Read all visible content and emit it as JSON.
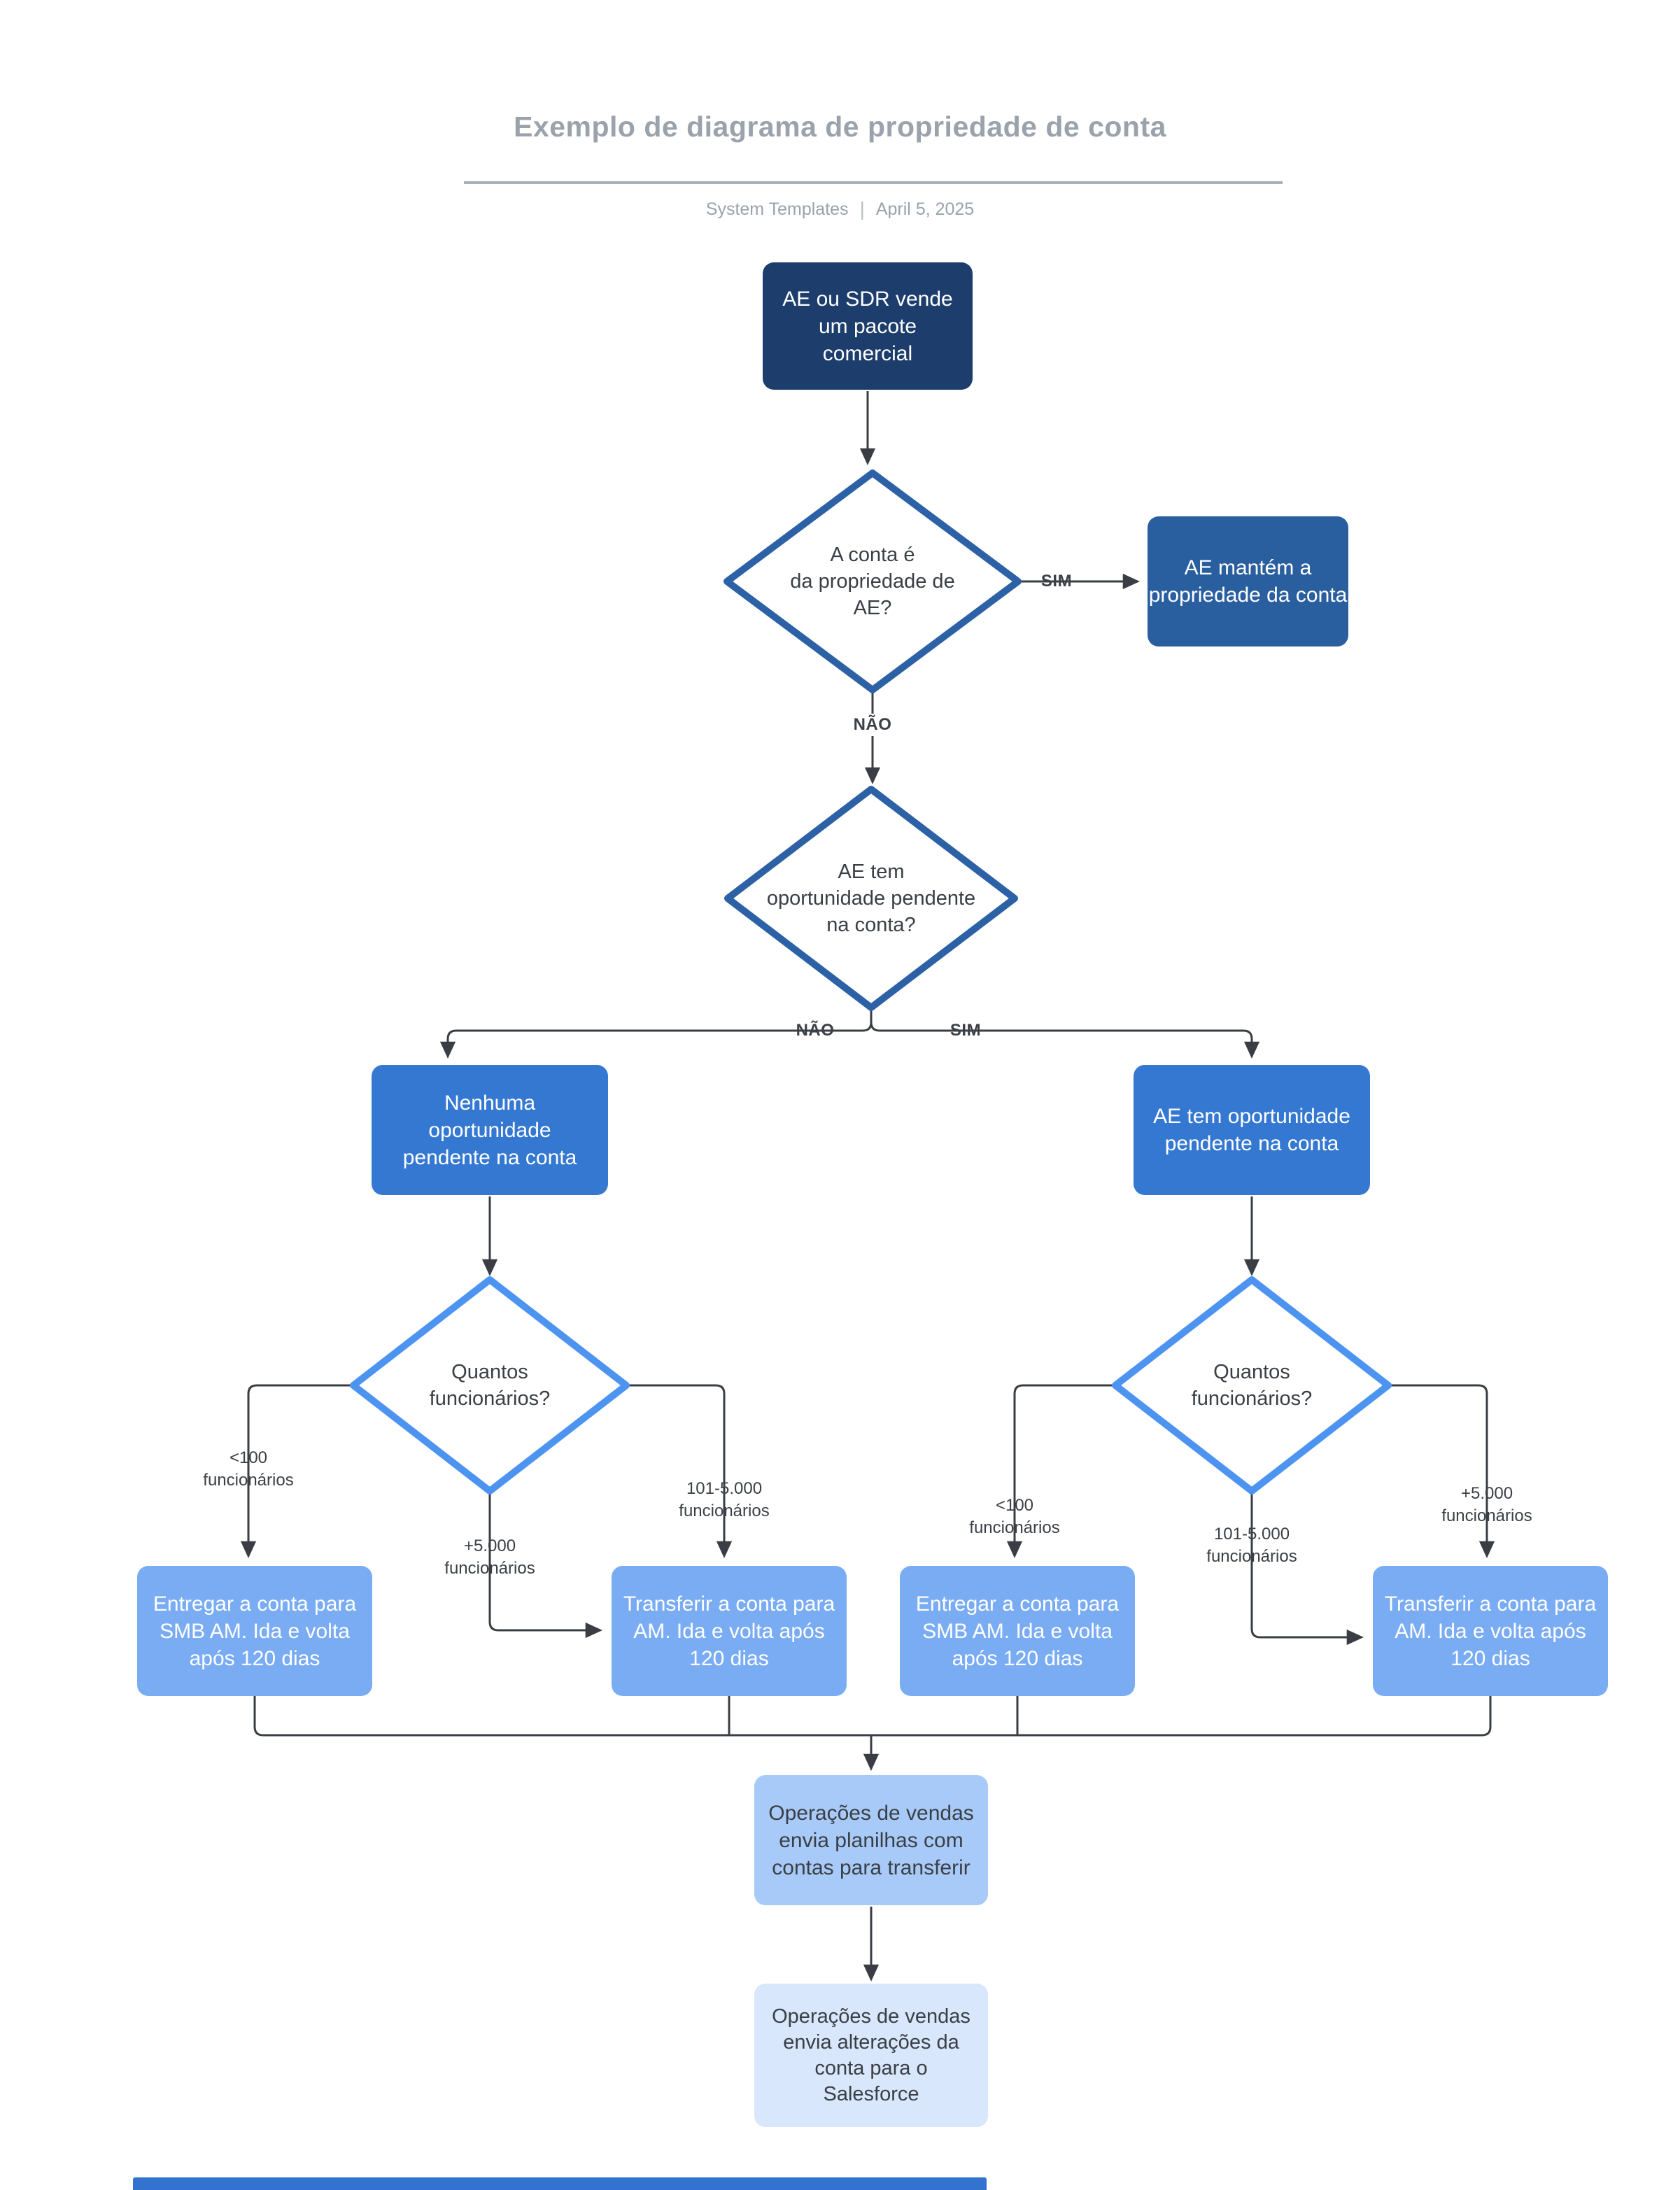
{
  "header": {
    "title": "Exemplo de diagrama de propriedade de conta",
    "source": "System Templates",
    "separator": "|",
    "date": "April 5, 2025"
  },
  "nodes": {
    "start": {
      "label": "AE ou SDR vende\num pacote\ncomercial"
    },
    "decision_ae_ownership": {
      "label": "A conta é\nda propriedade de\nAE?"
    },
    "keep_ownership": {
      "label": "AE mantém a\npropriedade da conta"
    },
    "decision_pending_opportunity": {
      "label": "AE tem\noportunidade pendente\nna conta?"
    },
    "no_pending_opportunity": {
      "label": "Nenhuma\noportunidade\npendente na conta"
    },
    "has_pending_opportunity": {
      "label": "AE tem oportunidade\npendente na conta"
    },
    "decision_employees_left": {
      "label": "Quantos\nfuncionários?"
    },
    "decision_employees_right": {
      "label": "Quantos\nfuncionários?"
    },
    "handoff_smb_left": {
      "label": "Entregar a conta para\nSMB AM. Ida e volta\napós 120 dias"
    },
    "transfer_am_left": {
      "label": "Transferir a conta para\nAM. Ida e volta após\n120 dias"
    },
    "handoff_smb_right": {
      "label": "Entregar a conta para\nSMB AM. Ida e volta\napós 120 dias"
    },
    "transfer_am_right": {
      "label": "Transferir a conta para\nAM. Ida e volta após\n120 dias"
    },
    "ops_spreadsheets": {
      "label": "Operações de vendas\nenvia planilhas com\ncontas para transferir"
    },
    "ops_salesforce": {
      "label": "Operações de vendas\nenvia alterações da\nconta para o\nSalesforce"
    }
  },
  "edge_labels": {
    "sim_1": "SIM",
    "nao_1": "NÃO",
    "nao_2": "NÃO",
    "sim_2": "SIM",
    "lt100_left": "<100\nfuncionários",
    "mid_left": "101-5.000\nfuncionários",
    "plus5000_left": "+5.000\nfuncionários",
    "lt100_right": "<100\nfuncionários",
    "mid_right": "101-5.000\nfuncionários",
    "plus5000_right": "+5.000\nfuncionários"
  },
  "colors": {
    "navy": "#1d3e6c",
    "medium_blue": "#2a5f9f",
    "bright_blue": "#3478d2",
    "light_blue": "#7aacf4",
    "pale_blue": "#a8caf8",
    "palest_blue": "#d8e7fc",
    "diamond_stroke_dark": "#2d61a6",
    "diamond_stroke_light": "#4d94f1",
    "edge": "#3a3e44",
    "title_gray": "#9aa2ac",
    "footer_bar": "#3173cf"
  }
}
